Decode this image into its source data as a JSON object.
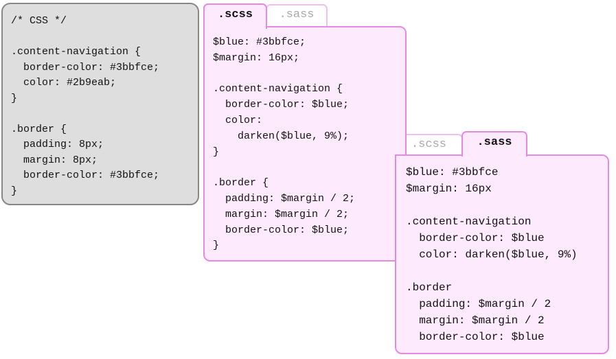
{
  "css_panel": {
    "code": "/* CSS */\n\n.content-navigation {\n  border-color: #3bbfce;\n  color: #2b9eab;\n}\n\n.border {\n  padding: 8px;\n  margin: 8px;\n  border-color: #3bbfce;\n}"
  },
  "scss_panel": {
    "tab_active": ".scss",
    "tab_inactive": ".sass",
    "code": "$blue: #3bbfce;\n$margin: 16px;\n\n.content-navigation {\n  border-color: $blue;\n  color:\n    darken($blue, 9%);\n}\n\n.border {\n  padding: $margin / 2;\n  margin: $margin / 2;\n  border-color: $blue;\n}"
  },
  "sass_panel": {
    "tab_inactive": ".scss",
    "tab_active": ".sass",
    "code": "$blue: #3bbfce\n$margin: 16px\n\n.content-navigation\n  border-color: $blue\n  color: darken($blue, 9%)\n\n.border\n  padding: $margin / 2\n  margin: $margin / 2\n  border-color: $blue"
  },
  "colors": {
    "css_panel_bg": "#dedede",
    "css_panel_border": "#878787",
    "preprocessor_panel_bg": "#fdeafd",
    "preprocessor_panel_border": "#e58ae3",
    "inactive_tab_text": "#a9a9a9"
  }
}
